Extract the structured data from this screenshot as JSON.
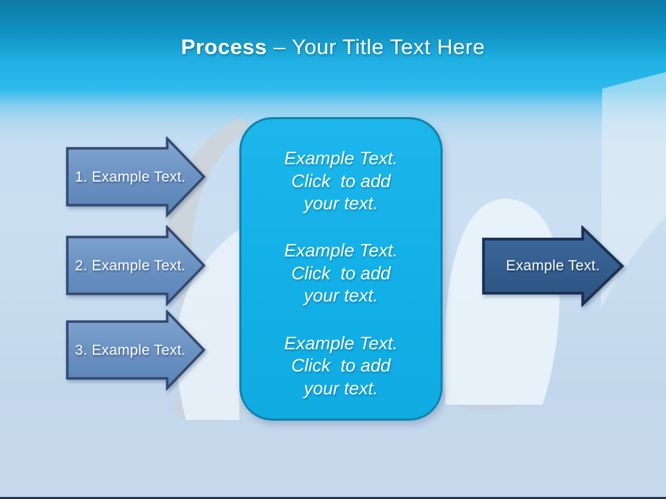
{
  "slide": {
    "title": {
      "bold": "Process",
      "rest": " – Your Title Text Here"
    },
    "steps": [
      {
        "label": "1. Example Text."
      },
      {
        "label": "2. Example Text."
      },
      {
        "label": "3. Example Text."
      }
    ],
    "center_panel": {
      "paragraphs": [
        "Example Text.\nClick  to add\nyour text.",
        "Example Text.\nClick  to add\nyour text.",
        "Example Text.\nClick  to add\nyour text."
      ]
    },
    "output_arrow": {
      "label": "Example Text."
    },
    "icons": {
      "watermark": "twitter-bird-watermark"
    },
    "colors": {
      "background_top": "#0d7aa4",
      "background_cyan_band": "#28b7ea",
      "background_bottom": "#c7d9ec",
      "title_text": "#ffffff",
      "step_arrow_fill_top": "#83a7d3",
      "step_arrow_fill_bottom": "#5a82b6",
      "step_arrow_border": "#33496f",
      "panel_fill": "#12b0e7",
      "panel_border": "#0e83ae",
      "output_arrow_fill_top": "#3d6a9c",
      "output_arrow_fill_bottom": "#2b5280",
      "output_arrow_border": "#1e3152",
      "bottom_edge": "#24364f"
    }
  }
}
